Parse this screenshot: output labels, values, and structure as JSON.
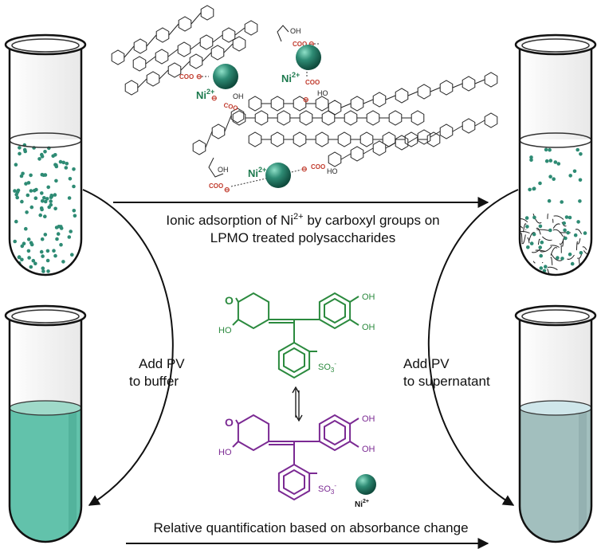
{
  "labels": {
    "top_arrow_line1_pre": "Ionic adsorption of Ni",
    "top_arrow_line1_sup": "2+",
    "top_arrow_line1_post": " by carboxyl groups on",
    "top_arrow_line2": "LPMO treated polysaccharides",
    "left_arc_line1": "Add PV",
    "left_arc_line2": "to buffer",
    "right_arc_line1": "Add PV",
    "right_arc_line2": "to supernatant",
    "bottom_arrow": "Relative quantification based on absorbance change"
  },
  "ions": {
    "name": "Ni",
    "charge": "2+"
  },
  "chem": {
    "oh": "OH",
    "ho": "HO",
    "o": "O",
    "so3": "SO",
    "so3_sub": "3",
    "so3_sup": "-",
    "coo": "COO",
    "minus": "⊖"
  },
  "colors": {
    "ion_fill": "#2e8b74",
    "liquid_teal": "#62c2ab",
    "liquid_grey": "#a2bfbe",
    "green_molecule": "#2b8a3e",
    "purple_molecule": "#7b2a93",
    "carboxyl_red": "#c0392b"
  }
}
